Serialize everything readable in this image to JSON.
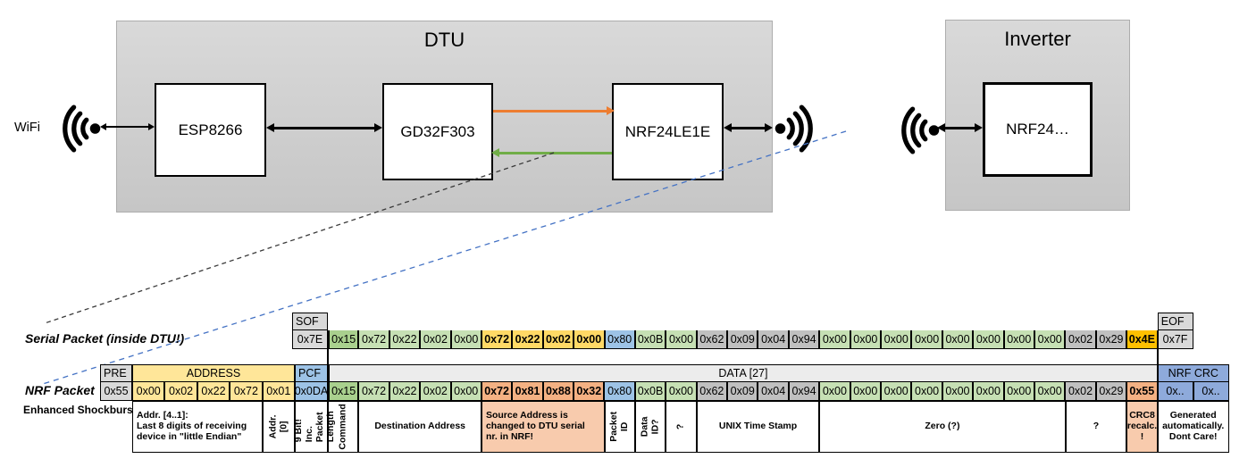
{
  "diagram": {
    "wifi_label": "WiFi",
    "dtu": {
      "title": "DTU",
      "chips": [
        "ESP8266",
        "GD32F303",
        "NRF24LE1E"
      ]
    },
    "inverter": {
      "title": "Inverter",
      "chip": "NRF24…"
    },
    "colors": {
      "accent_orange": "#ED7D31",
      "accent_green": "#70AD47",
      "dash_blue": "#4472C4",
      "cell_green_dark": "#A9D08E",
      "cell_green": "#C6E0B4",
      "cell_yellow": "#FFE699",
      "cell_yellow_bold": "#FFD966",
      "cell_gold": "#FFC000",
      "cell_blue": "#9DC3E6",
      "cell_blue_crc": "#8EAADB",
      "cell_gray": "#C0C0C0",
      "cell_salmon": "#F4B183",
      "annotation_salmon": "#F8CBAD"
    }
  },
  "serial_packet": {
    "label": "Serial Packet (inside DTU!)",
    "sof": {
      "header": "SOF",
      "value": "0x7E"
    },
    "eof": {
      "header": "EOF",
      "value": "0x7F"
    },
    "data": [
      {
        "v": "0x15",
        "c": "g2"
      },
      {
        "v": "0x72",
        "c": "g1"
      },
      {
        "v": "0x22",
        "c": "g1"
      },
      {
        "v": "0x02",
        "c": "g1"
      },
      {
        "v": "0x00",
        "c": "g1"
      },
      {
        "v": "0x72",
        "c": "y2"
      },
      {
        "v": "0x22",
        "c": "y2"
      },
      {
        "v": "0x02",
        "c": "y2"
      },
      {
        "v": "0x00",
        "c": "y2"
      },
      {
        "v": "0x80",
        "c": "b1"
      },
      {
        "v": "0x0B",
        "c": "g1"
      },
      {
        "v": "0x00",
        "c": "g1"
      },
      {
        "v": "0x62",
        "c": "gr"
      },
      {
        "v": "0x09",
        "c": "gr"
      },
      {
        "v": "0x04",
        "c": "gr"
      },
      {
        "v": "0x94",
        "c": "gr"
      },
      {
        "v": "0x00",
        "c": "g1"
      },
      {
        "v": "0x00",
        "c": "g1"
      },
      {
        "v": "0x00",
        "c": "g1"
      },
      {
        "v": "0x00",
        "c": "g1"
      },
      {
        "v": "0x00",
        "c": "g1"
      },
      {
        "v": "0x00",
        "c": "g1"
      },
      {
        "v": "0x00",
        "c": "g1"
      },
      {
        "v": "0x00",
        "c": "g1"
      },
      {
        "v": "0x02",
        "c": "gr"
      },
      {
        "v": "0x29",
        "c": "gr"
      },
      {
        "v": "0x4E",
        "c": "gold"
      }
    ]
  },
  "nrf_packet": {
    "label": "NRF Packet",
    "sub_label": "Enhanced Shockburst",
    "pre": {
      "header": "PRE",
      "value": "0x55"
    },
    "address": {
      "header": "ADDRESS",
      "values": [
        "0x00",
        "0x02",
        "0x22",
        "0x72",
        "0x01"
      ]
    },
    "pcf": {
      "header": "PCF",
      "value": "0x0DA"
    },
    "data_header": "DATA [27]",
    "data": [
      {
        "v": "0x15",
        "c": "g2"
      },
      {
        "v": "0x72",
        "c": "g1"
      },
      {
        "v": "0x22",
        "c": "g1"
      },
      {
        "v": "0x02",
        "c": "g1"
      },
      {
        "v": "0x00",
        "c": "g1"
      },
      {
        "v": "0x72",
        "c": "sal"
      },
      {
        "v": "0x81",
        "c": "sal"
      },
      {
        "v": "0x88",
        "c": "sal"
      },
      {
        "v": "0x32",
        "c": "sal"
      },
      {
        "v": "0x80",
        "c": "b1"
      },
      {
        "v": "0x0B",
        "c": "g1"
      },
      {
        "v": "0x00",
        "c": "g1"
      },
      {
        "v": "0x62",
        "c": "gr"
      },
      {
        "v": "0x09",
        "c": "gr"
      },
      {
        "v": "0x04",
        "c": "gr"
      },
      {
        "v": "0x94",
        "c": "gr"
      },
      {
        "v": "0x00",
        "c": "g1"
      },
      {
        "v": "0x00",
        "c": "g1"
      },
      {
        "v": "0x00",
        "c": "g1"
      },
      {
        "v": "0x00",
        "c": "g1"
      },
      {
        "v": "0x00",
        "c": "g1"
      },
      {
        "v": "0x00",
        "c": "g1"
      },
      {
        "v": "0x00",
        "c": "g1"
      },
      {
        "v": "0x00",
        "c": "g1"
      },
      {
        "v": "0x02",
        "c": "gr"
      },
      {
        "v": "0x29",
        "c": "gr"
      },
      {
        "v": "0x55",
        "c": "sal"
      }
    ],
    "crc": {
      "header": "NRF CRC",
      "values": [
        "0x..",
        "0x.."
      ]
    }
  },
  "annotations": [
    {
      "label": "Addr. [4..1]:\nLast 8 digits of receiving\ndevice in \"little Endian\"",
      "cols": 4,
      "zone": "addr",
      "align": "left"
    },
    {
      "label": "Addr.[0]",
      "cols": 1,
      "zone": "addr",
      "rotated": true
    },
    {
      "label": "9 Bit!\nInc. Packet\nLength",
      "cols": 1,
      "zone": "pcf",
      "rotated": true,
      "align": "left"
    },
    {
      "label": "Command",
      "cols": 1,
      "zone": "data",
      "rotated": true
    },
    {
      "label": "Destination Address",
      "cols": 4,
      "zone": "data"
    },
    {
      "label": "Source Address is\nchanged to DTU serial\nnr. in NRF!",
      "cols": 4,
      "zone": "data",
      "highlight": true,
      "align": "left"
    },
    {
      "label": "Packet ID",
      "cols": 1,
      "zone": "data",
      "rotated": true
    },
    {
      "label": "Data ID?",
      "cols": 1,
      "zone": "data",
      "rotated": true
    },
    {
      "label": "?",
      "cols": 1,
      "zone": "data",
      "rotated": true
    },
    {
      "label": "UNIX Time Stamp",
      "cols": 4,
      "zone": "data"
    },
    {
      "label": "Zero (?)",
      "cols": 8,
      "zone": "data"
    },
    {
      "label": "?",
      "cols": 2,
      "zone": "data"
    },
    {
      "label": "CRC8\nrecalc.\n!",
      "cols": 1,
      "zone": "data",
      "highlight": true
    },
    {
      "label": "Generated\nautomatically.\nDont Care!",
      "cols": 2,
      "zone": "crc"
    }
  ]
}
